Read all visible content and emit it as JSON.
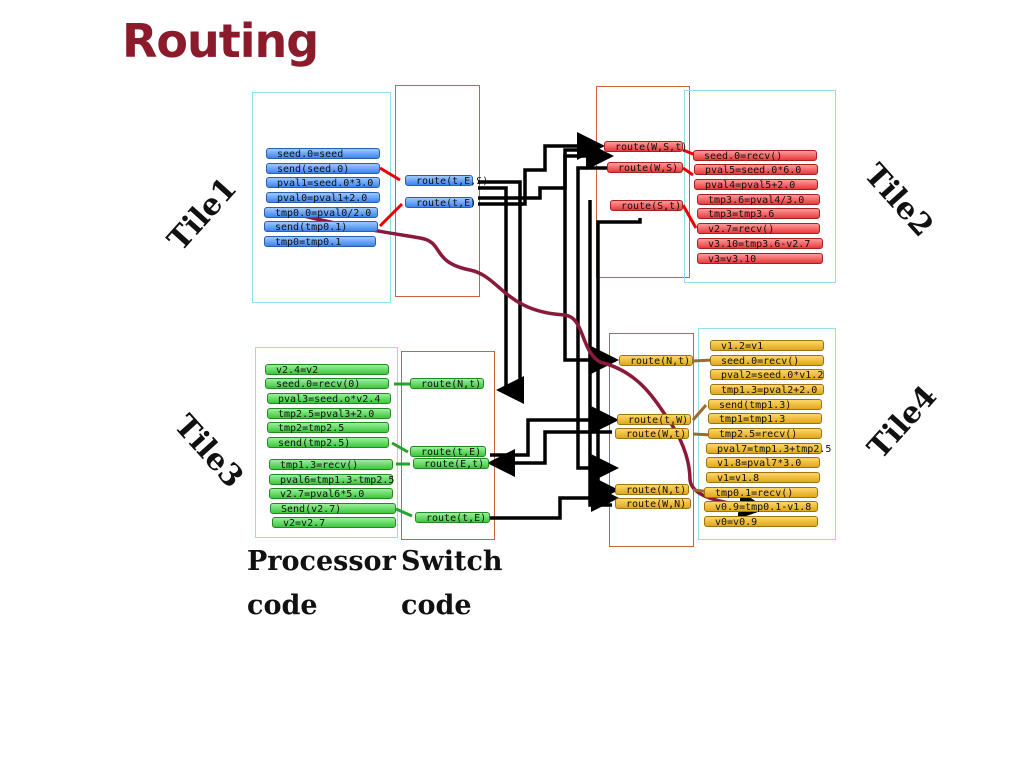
{
  "title": "Routing",
  "tiles": {
    "tile1": {
      "label": "Tile1",
      "processor": [
        "seed.0=seed",
        "send(seed.0)",
        "pval1=seed.0*3.0",
        "pval0=pval1+2.0",
        "tmp0.0=pval0/2.0",
        "send(tmp0.1)",
        "tmp0=tmp0.1"
      ],
      "switch": [
        "route(t,E,S)",
        "route(t,E)"
      ]
    },
    "tile2": {
      "label": "Tile2",
      "processor": [
        "seed.0=recv()",
        "pval5=seed.0*6.0",
        "pval4=pval5+2.0",
        "tmp3.6=pval4/3.0",
        "tmp3=tmp3.6",
        "v2.7=recv()",
        "v3.10=tmp3.6-v2.7",
        "v3=v3.10"
      ],
      "switch": [
        "route(W,S,t)",
        "route(W,S)",
        "route(S,t)"
      ]
    },
    "tile3": {
      "label": "Tile3",
      "processor": [
        "v2.4=v2",
        "seed.0=recv(0)",
        "pval3=seed.o*v2.4",
        "tmp2.5=pval3+2.0",
        "tmp2=tmp2.5",
        "send(tmp2.5)",
        "tmp1.3=recv()",
        "pval6=tmp1.3-tmp2.5",
        "v2.7=pval6*5.0",
        "Send(v2.7)",
        "v2=v2.7"
      ],
      "switch": [
        "route(N,t)",
        "route(t,E)",
        "route(E,t)",
        "route(t,E)"
      ]
    },
    "tile4": {
      "label": "Tile4",
      "processor": [
        "v1.2=v1",
        "seed.0=recv()",
        "pval2=seed.0*v1.2",
        "tmp1.3=pval2+2.0",
        "send(tmp1.3)",
        "tmp1=tmp1.3",
        "tmp2.5=recv()",
        "pval7=tmp1.3+tmp2.5",
        "v1.8=pval7*3.0",
        "v1=v1.8",
        "tmp0.1=recv()",
        "v0.9=tmp0.1-v1.8",
        "v0=v0.9"
      ],
      "switch": [
        "route(N,t)",
        "route(t,W)",
        "route(W,t)",
        "route(N,t)",
        "route(W,N)"
      ]
    }
  },
  "captions": {
    "processor": [
      "Processor",
      "code"
    ],
    "switch": [
      "Switch",
      "code"
    ]
  },
  "colors": {
    "title": "#8b1a2b",
    "tile1": "#4a90f0",
    "tile2": "#ee4a4a",
    "tile3": "#44cc44",
    "tile4": "#e8b020",
    "wire": "#000000",
    "path": "#8b1a3a"
  }
}
